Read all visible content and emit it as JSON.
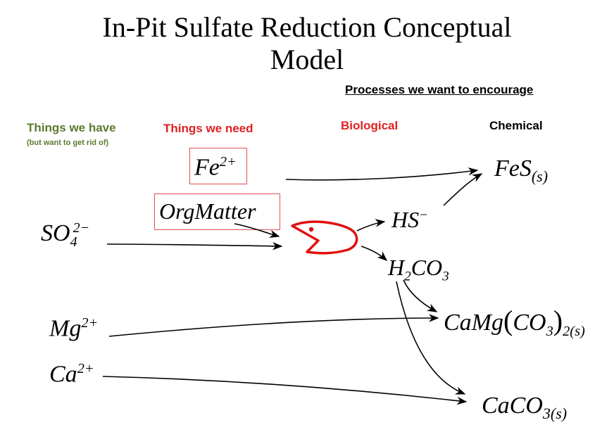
{
  "title": {
    "line1": "In-Pit Sulfate Reduction Conceptual",
    "line2": "Model"
  },
  "headers": {
    "processes": "Processes we want to encourage",
    "have": "Things we have",
    "have_sub": "(but want to get rid of)",
    "need": "Things we need",
    "biological": "Biological",
    "chemical": "Chemical"
  },
  "species": {
    "fe": {
      "base": "Fe",
      "sup": "2+"
    },
    "orgmatter": {
      "base": "OrgMatter"
    },
    "so4": {
      "base": "SO",
      "sub": "4",
      "sup": "2−"
    },
    "hs": {
      "base": "HS",
      "sup": "−"
    },
    "h2co3": {
      "a": "H",
      "sub1": "2",
      "b": "CO",
      "sub2": "3"
    },
    "fes": {
      "base": "FeS",
      "sub": "(s)"
    },
    "mg": {
      "base": "Mg",
      "sup": "2+"
    },
    "ca": {
      "base": "Ca",
      "sup": "2+"
    },
    "camgco3": {
      "a": "CaMg",
      "lp": "(",
      "b": "CO",
      "sub1": "3",
      "rp": ")",
      "sub2": "2(s)"
    },
    "caco3": {
      "base": "CaCO",
      "sub": "3(s)"
    }
  },
  "colors": {
    "have": "#5a7a2e",
    "need": "#e02020",
    "biological": "#e02020",
    "microbe": "#e01010",
    "box": "#e05050"
  },
  "icons": {
    "microbe": "pacman-microbe-icon"
  }
}
